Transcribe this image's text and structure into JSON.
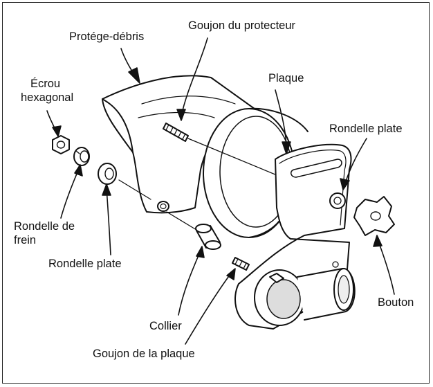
{
  "figure": {
    "labels": {
      "protege_debris": "Protége-débris",
      "goujon_protecteur": "Goujon du protecteur",
      "ecrou_line1": "Écrou",
      "ecrou_line2": "hexagonal",
      "plaque": "Plaque",
      "rondelle_plate_right": "Rondelle plate",
      "rondelle_frein_line1": "Rondelle de",
      "rondelle_frein_line2": "frein",
      "rondelle_plate_left": "Rondelle plate",
      "bouton": "Bouton",
      "collier": "Collier",
      "goujon_plaque": "Goujon de la plaque"
    },
    "colors": {
      "ink": "#111111",
      "border": "#222222",
      "shade": "#d8d8d8",
      "background": "#ffffff"
    }
  }
}
